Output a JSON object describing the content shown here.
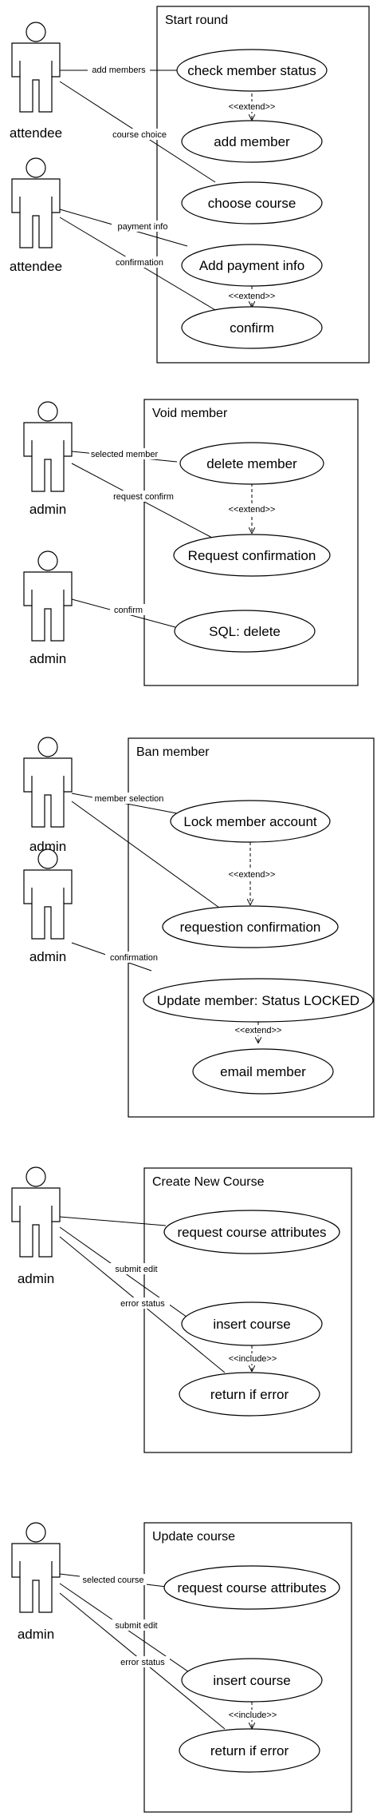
{
  "diagrams": [
    {
      "title": "Start round",
      "actors": [
        "attendee",
        "attendee"
      ],
      "use_cases": [
        "check member status",
        "add member",
        "choose course",
        "Add payment info",
        "confirm"
      ],
      "associations": [
        "add members",
        "course choice",
        "payment info",
        "confirmation"
      ],
      "relations": [
        "<<extend>>",
        "<<extend>>"
      ]
    },
    {
      "title": "Void member",
      "actors": [
        "admin",
        "admin"
      ],
      "use_cases": [
        "delete member",
        "Request confirmation",
        "SQL: delete"
      ],
      "associations": [
        "selected member",
        "request confirm",
        "confirm"
      ],
      "relations": [
        "<<extend>>"
      ]
    },
    {
      "title": "Ban member",
      "actors": [
        "admin",
        "admin"
      ],
      "use_cases": [
        "Lock member account",
        "requestion confirmation",
        "Update member: Status LOCKED",
        "email member"
      ],
      "associations": [
        "member selection",
        "confirmation"
      ],
      "relations": [
        "<<extend>>",
        "<<extend>>"
      ]
    },
    {
      "title": "Create New Course",
      "actors": [
        "admin"
      ],
      "use_cases": [
        "request course attributes",
        "insert course",
        "return if error"
      ],
      "associations": [
        "submit edit",
        "error status"
      ],
      "relations": [
        "<<include>>"
      ]
    },
    {
      "title": "Update course",
      "actors": [
        "admin"
      ],
      "use_cases": [
        "request course attributes",
        "insert course",
        "return if error"
      ],
      "associations": [
        "selected course",
        "submit edit",
        "error status"
      ],
      "relations": [
        "<<include>>"
      ]
    }
  ]
}
